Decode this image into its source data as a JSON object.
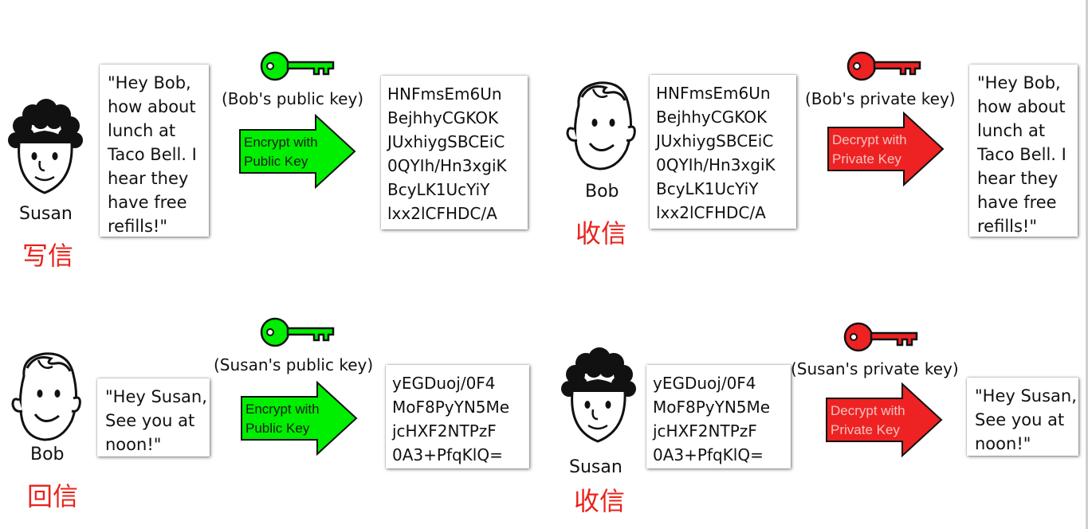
{
  "rows": [
    {
      "left": {
        "person": "Susan",
        "action_cn": "写信",
        "message": [
          "\"Hey Bob,",
          "how about",
          "lunch at",
          "Taco Bell. I",
          "hear they",
          "have free",
          "refills!\""
        ],
        "key_caption": "(Bob's public key)",
        "arrow_text": [
          "Encrypt with",
          "Public Key"
        ],
        "cipher": [
          "HNFmsEm6Un",
          "BejhhyCGKOK",
          "JUxhiygSBCEiC",
          "0QYIh/Hn3xgiK",
          "BcyLK1UcYiY",
          "lxx2lCFHDC/A"
        ]
      },
      "right": {
        "person": "Bob",
        "action_cn": "收信",
        "cipher": [
          "HNFmsEm6Un",
          "BejhhyCGKOK",
          "JUxhiygSBCEiC",
          "0QYIh/Hn3xgiK",
          "BcyLK1UcYiY",
          "lxx2lCFHDC/A"
        ],
        "key_caption": "(Bob's private key)",
        "arrow_text": [
          "Decrypt with",
          "Private Key"
        ],
        "message": [
          "\"Hey Bob,",
          "how about",
          "lunch at",
          "Taco Bell. I",
          "hear they",
          "have free",
          "refills!\""
        ]
      }
    },
    {
      "left": {
        "person": "Bob",
        "action_cn": "回信",
        "message": [
          "\"Hey Susan,",
          "See you at",
          "noon!\""
        ],
        "key_caption": "(Susan's public key)",
        "arrow_text": [
          "Encrypt with",
          "Public Key"
        ],
        "cipher": [
          "yEGDuoj/0F4",
          "MoF8PyYN5Me",
          "jcHXF2NTPzF",
          "0A3+PfqKlQ="
        ]
      },
      "right": {
        "person": "Susan",
        "action_cn": "收信",
        "cipher": [
          "yEGDuoj/0F4",
          "MoF8PyYN5Me",
          "jcHXF2NTPzF",
          "0A3+PfqKlQ="
        ],
        "key_caption": "(Susan's private key)",
        "arrow_text": [
          "Decrypt with",
          "Private Key"
        ],
        "message": [
          "\"Hey Susan,",
          "See you at",
          "noon!\""
        ]
      }
    }
  ],
  "colors": {
    "public_key": "#00ee00",
    "private_key": "#ee2222",
    "chinese_label": "#e8221b"
  },
  "icons": {
    "susan_face": "susan-face-icon",
    "bob_face": "bob-face-icon",
    "public_key": "green-key-icon",
    "private_key": "red-key-icon",
    "encrypt_arrow": "green-arrow-icon",
    "decrypt_arrow": "red-arrow-icon"
  }
}
